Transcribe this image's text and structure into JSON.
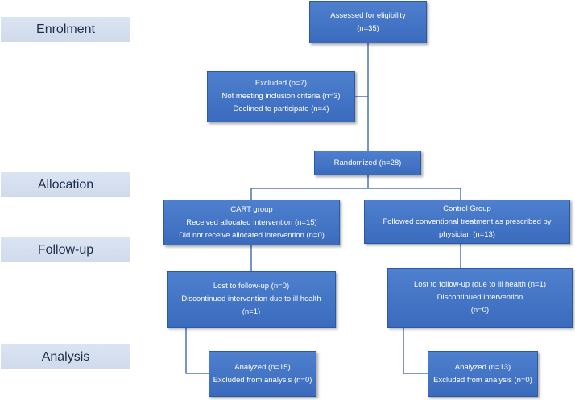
{
  "stages": {
    "enrolment": "Enrolment",
    "allocation": "Allocation",
    "followup": "Follow-up",
    "analysis": "Analysis"
  },
  "boxes": {
    "assessed": {
      "line1": "Assessed  for eligibility",
      "line2": "(n=35)"
    },
    "excluded": {
      "line1": "Excluded (n=7)",
      "line2": "Not meeting inclusion  criteria (n=3)",
      "line3": "Declined to participate (n=4)"
    },
    "randomized": {
      "line1": "Randomized (n=28)"
    },
    "cart": {
      "line1": "CART group",
      "line2": "Received allocated intervention (n=15)",
      "line3": "Did not receive allocated intervention (n=0)"
    },
    "control": {
      "line1": "Control Group",
      "line2": "Followed conventional treatment as prescribed by physician (n=13)"
    },
    "cart_followup": {
      "line1": "Lost to follow-up  (n=0)",
      "line2": "Discontinued intervention due to ill health",
      "line3": "(n=1)"
    },
    "control_followup": {
      "line1": "Lost to follow-up (due to ill health (n=1)",
      "line2": "Discontinued intervention",
      "line3": "(n=0)"
    },
    "cart_analysis": {
      "line1": "Analyzed (n=15)",
      "line2": "Excluded from analysis (n=0)"
    },
    "control_analysis": {
      "line1": "Analyzed (n=13)",
      "line2": "Excluded  from analysis (n=0)"
    }
  }
}
